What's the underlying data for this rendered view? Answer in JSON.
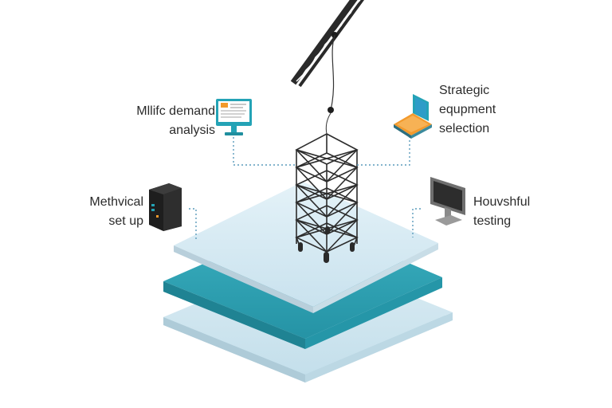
{
  "labels": {
    "top_left": [
      "Mllifc demand",
      "analysis"
    ],
    "top_right": [
      "Strategic",
      "equpment",
      "selection"
    ],
    "mid_left": [
      "Methvical",
      "set up"
    ],
    "mid_right": [
      "Houvshful",
      "testing"
    ]
  },
  "icons": {
    "top_left": "monitor-document-icon",
    "top_right": "laptop-icon",
    "mid_left": "server-tower-icon",
    "mid_right": "desktop-monitor-icon",
    "center": "lattice-tower-icon",
    "crane": "crane-boom-icon"
  },
  "colors": {
    "layer_top": "#d9edf5",
    "layer_middle": "#2fa6b8",
    "layer_bottom": "#d3e9f2",
    "connector": "#5a9bbb",
    "accent_orange": "#f39a2c",
    "accent_teal": "#24a3b6"
  }
}
